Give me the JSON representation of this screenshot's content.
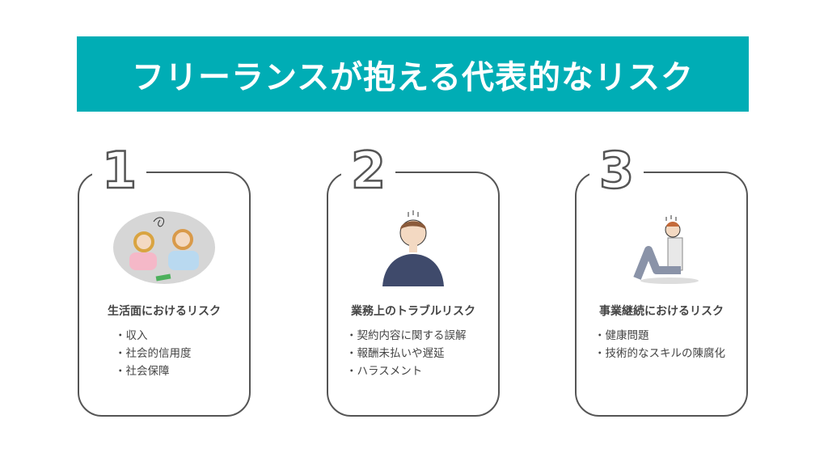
{
  "title": "フリーランスが抱える代表的なリスク",
  "colors": {
    "banner": "#00adb5",
    "border": "#555555"
  },
  "cards": [
    {
      "number": "1",
      "title": "生活面におけるリスク",
      "items": [
        "収入",
        "社会的信用度",
        "社会保障"
      ],
      "illustration": "worried-couple"
    },
    {
      "number": "2",
      "title": "業務上のトラブルリスク",
      "items": [
        "契約内容に関する誤解",
        "報酬未払いや遅延",
        "ハラスメント"
      ],
      "illustration": "troubled-man"
    },
    {
      "number": "3",
      "title": "事業継続におけるリスク",
      "items": [
        "健康問題",
        "技術的なスキルの陳腐化"
      ],
      "illustration": "sitting-man"
    }
  ]
}
